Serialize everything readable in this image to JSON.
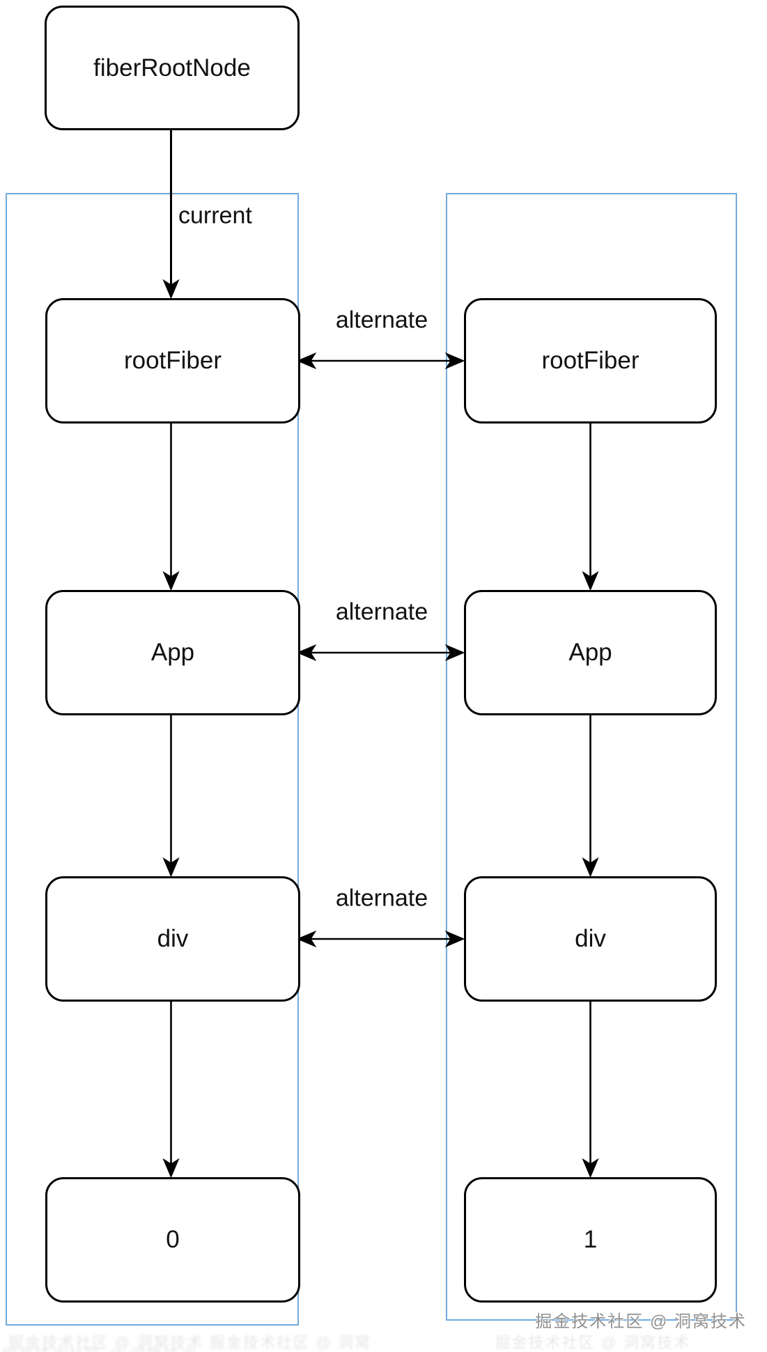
{
  "diagram": {
    "root_node": {
      "label": "fiberRootNode"
    },
    "edge_labels": {
      "current": "current",
      "alternate": "alternate"
    },
    "left_column": {
      "nodes": [
        "rootFiber",
        "App",
        "div",
        "0"
      ]
    },
    "right_column": {
      "nodes": [
        "rootFiber",
        "App",
        "div",
        "1"
      ]
    }
  },
  "watermark": {
    "text": "掘金技术社区 @ 洞窝技术"
  },
  "colors": {
    "container_border": "#71aadd",
    "node_border": "#000000",
    "node_fill": "#ffffff",
    "arrow": "#000000",
    "watermark_text": "#8f8f8f",
    "background": "#ffffff"
  }
}
